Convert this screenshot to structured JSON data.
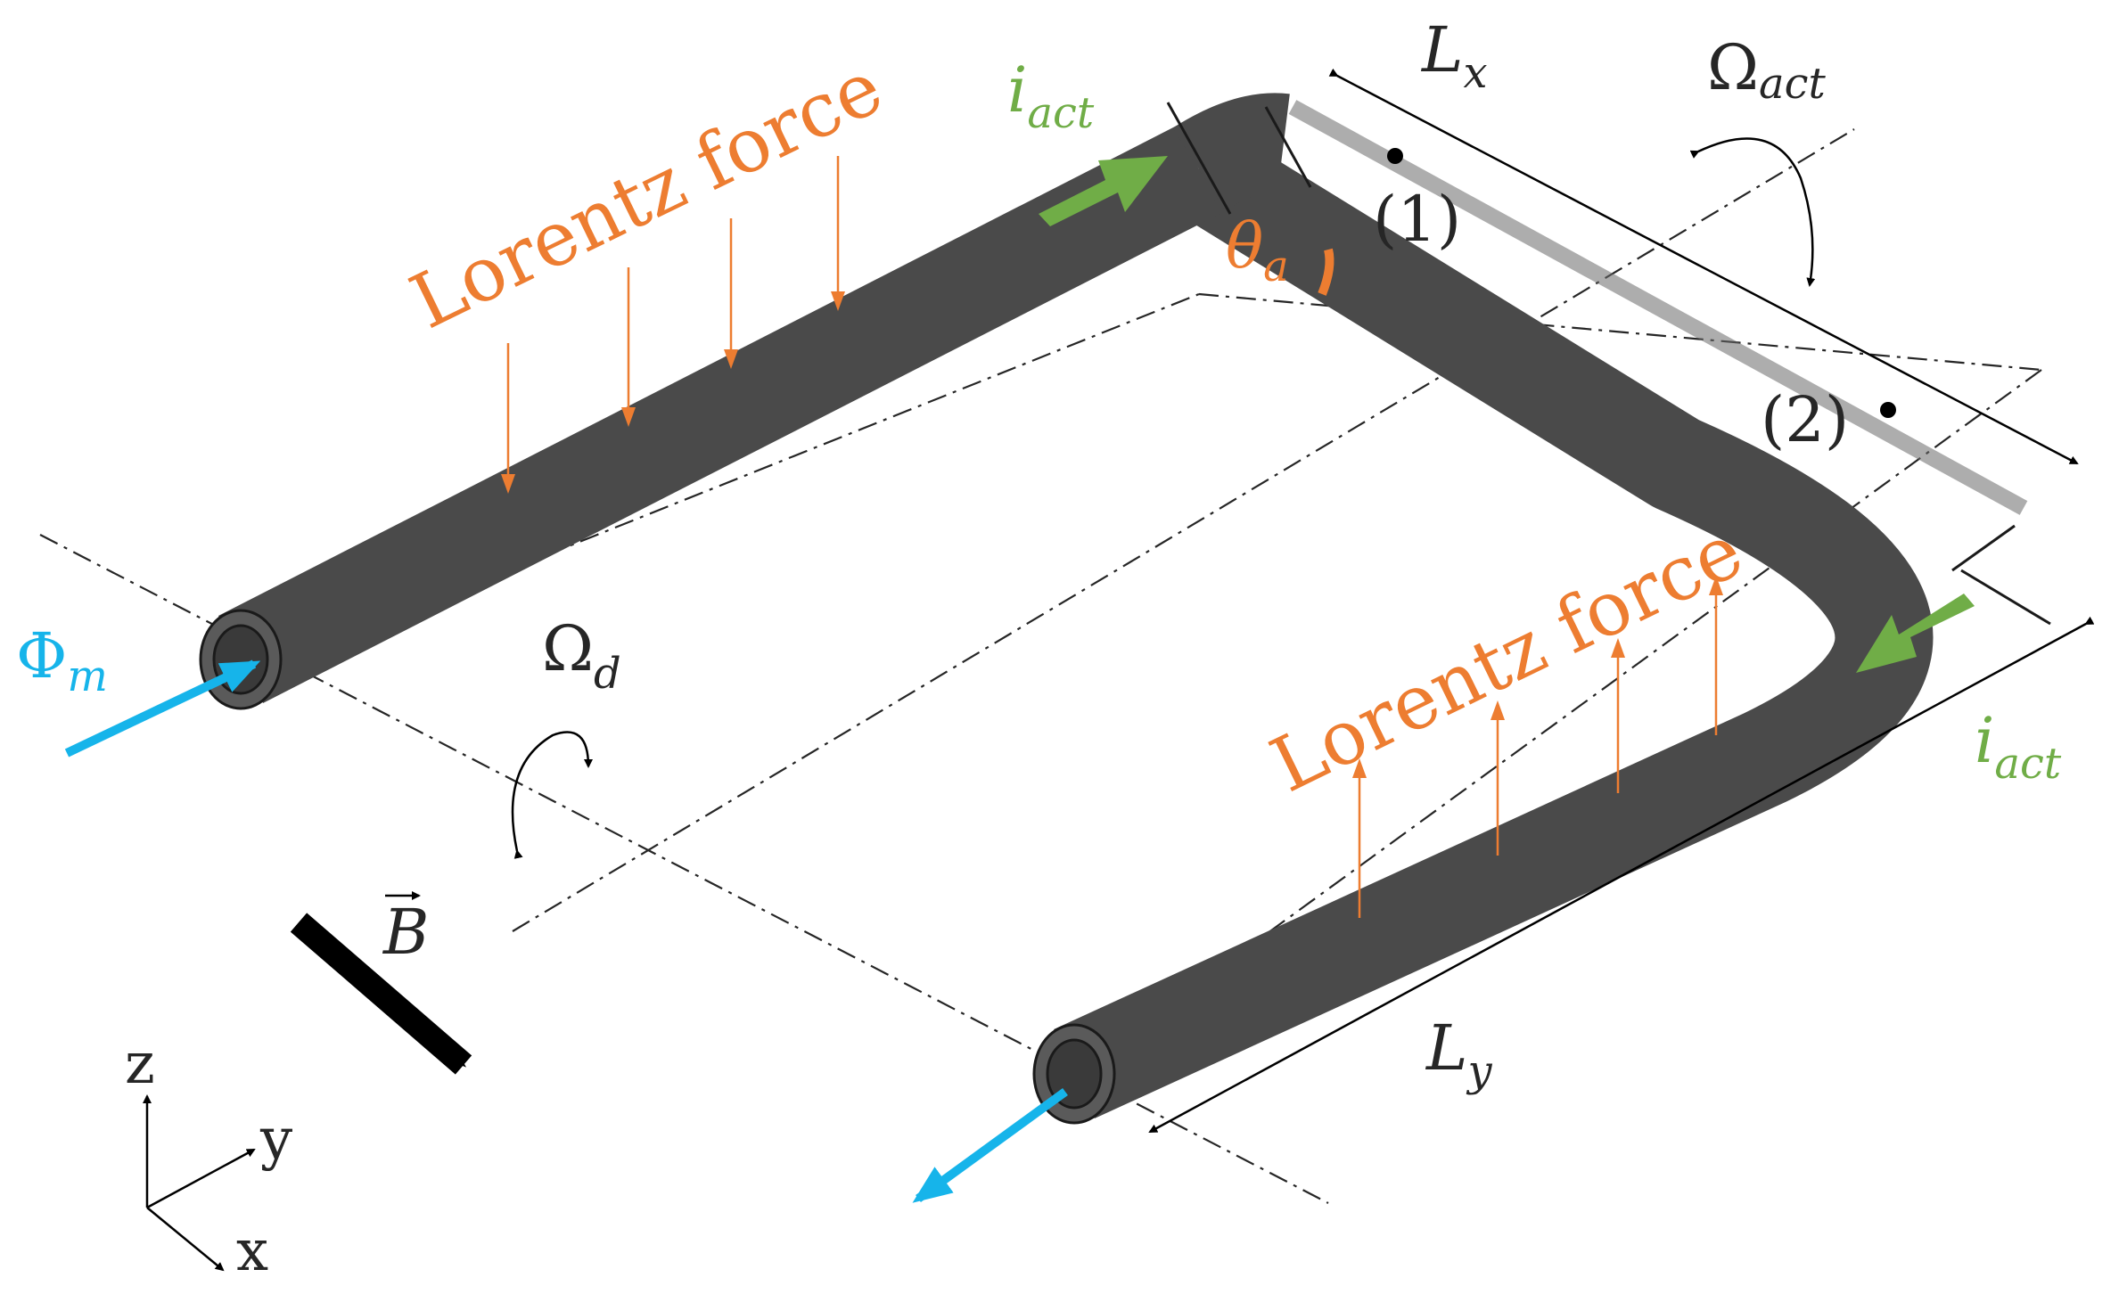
{
  "labels": {
    "lorentz_force_top": "Lorentz force",
    "lorentz_force_bottom": "Lorentz force",
    "i_act_top_main": "i",
    "i_act_top_sub": "act",
    "i_act_right_main": "i",
    "i_act_right_sub": "act",
    "L_x_main": "L",
    "L_x_sub": "x",
    "L_y_main": "L",
    "L_y_sub": "y",
    "Omega_act_main": "Ω",
    "Omega_act_sub": "act",
    "Omega_d_main": "Ω",
    "Omega_d_sub": "d",
    "theta_a_main": "θ",
    "theta_a_sub": "a",
    "phi_m_main": "Φ",
    "phi_m_sub": "m",
    "B_field": "B",
    "point_1": "(1)",
    "point_2": "(2)",
    "axis_z": "z",
    "axis_y": "y",
    "axis_x": "x"
  },
  "colors": {
    "tube": "#4a4a4a",
    "tube_dark": "#3a3a3a",
    "lorentz": "#ed7d31",
    "current": "#70ad47",
    "flux": "#16b4ea",
    "field": "#000000",
    "line": "#262626"
  }
}
